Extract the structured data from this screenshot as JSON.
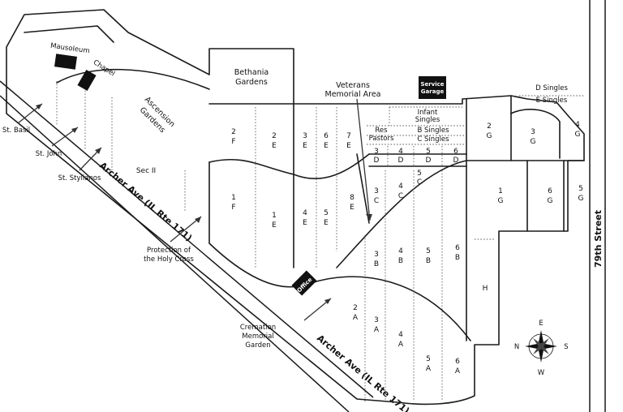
{
  "roads": {
    "archer_upper": "Archer Ave (IL Rte 171)",
    "archer_lower": "Archer Ave (IL Rte 171)",
    "street_79": "79th Street"
  },
  "buildings": {
    "mausoleum": "Mausoleum",
    "chapel": "Chapel",
    "office": "Office",
    "service_garage": [
      "Service",
      "Garage"
    ]
  },
  "areas": {
    "bethania": [
      "Bethania",
      "Gardens"
    ],
    "ascension": [
      "Ascension",
      "Gardens"
    ],
    "veterans": [
      "Veterans",
      "Memorial Area"
    ],
    "sec_ii": "Sec II",
    "h": "H",
    "infant": [
      "Infant",
      "Singles"
    ],
    "res_pastors": [
      "Res",
      "Pastors"
    ],
    "b_singles": "B Singles",
    "c_singles": "C Singles",
    "d_singles": "D Singles",
    "e_singles": "E Singles"
  },
  "callouts": {
    "st_basil": "St. Basil",
    "st_john": "St. John",
    "st_stylianos": "St. Stylianos",
    "protection": [
      "Protection of",
      "the Holy Cross"
    ],
    "cremation": [
      "Cremation",
      "Memorial",
      "Garden"
    ]
  },
  "sections": {
    "f2": [
      "2",
      "F"
    ],
    "e2": [
      "2",
      "E"
    ],
    "e3": [
      "3",
      "E"
    ],
    "e6": [
      "6",
      "E"
    ],
    "e7": [
      "7",
      "E"
    ],
    "f1": [
      "1",
      "F"
    ],
    "e1": [
      "1",
      "E"
    ],
    "e4": [
      "4",
      "E"
    ],
    "e5": [
      "5",
      "E"
    ],
    "e8": [
      "8",
      "E"
    ],
    "d3": [
      "3",
      "D"
    ],
    "d4": [
      "4",
      "D"
    ],
    "d5": [
      "5",
      "D"
    ],
    "d6": [
      "6",
      "D"
    ],
    "c3": [
      "3",
      "C"
    ],
    "c4": [
      "4",
      "C"
    ],
    "c5": [
      "5",
      "C"
    ],
    "b3": [
      "3",
      "B"
    ],
    "b4": [
      "4",
      "B"
    ],
    "b5": [
      "5",
      "B"
    ],
    "b6": [
      "6",
      "B"
    ],
    "a2": [
      "2",
      "A"
    ],
    "a3": [
      "3",
      "A"
    ],
    "a4": [
      "4",
      "A"
    ],
    "a5": [
      "5",
      "A"
    ],
    "a6": [
      "6",
      "A"
    ],
    "g1": [
      "1",
      "G"
    ],
    "g2": [
      "2",
      "G"
    ],
    "g3": [
      "3",
      "G"
    ],
    "g4": [
      "4",
      "G"
    ],
    "g5": [
      "5",
      "G"
    ],
    "g6": [
      "6",
      "G"
    ]
  },
  "compass": {
    "n": "N",
    "e": "E",
    "s": "S",
    "w": "W"
  }
}
